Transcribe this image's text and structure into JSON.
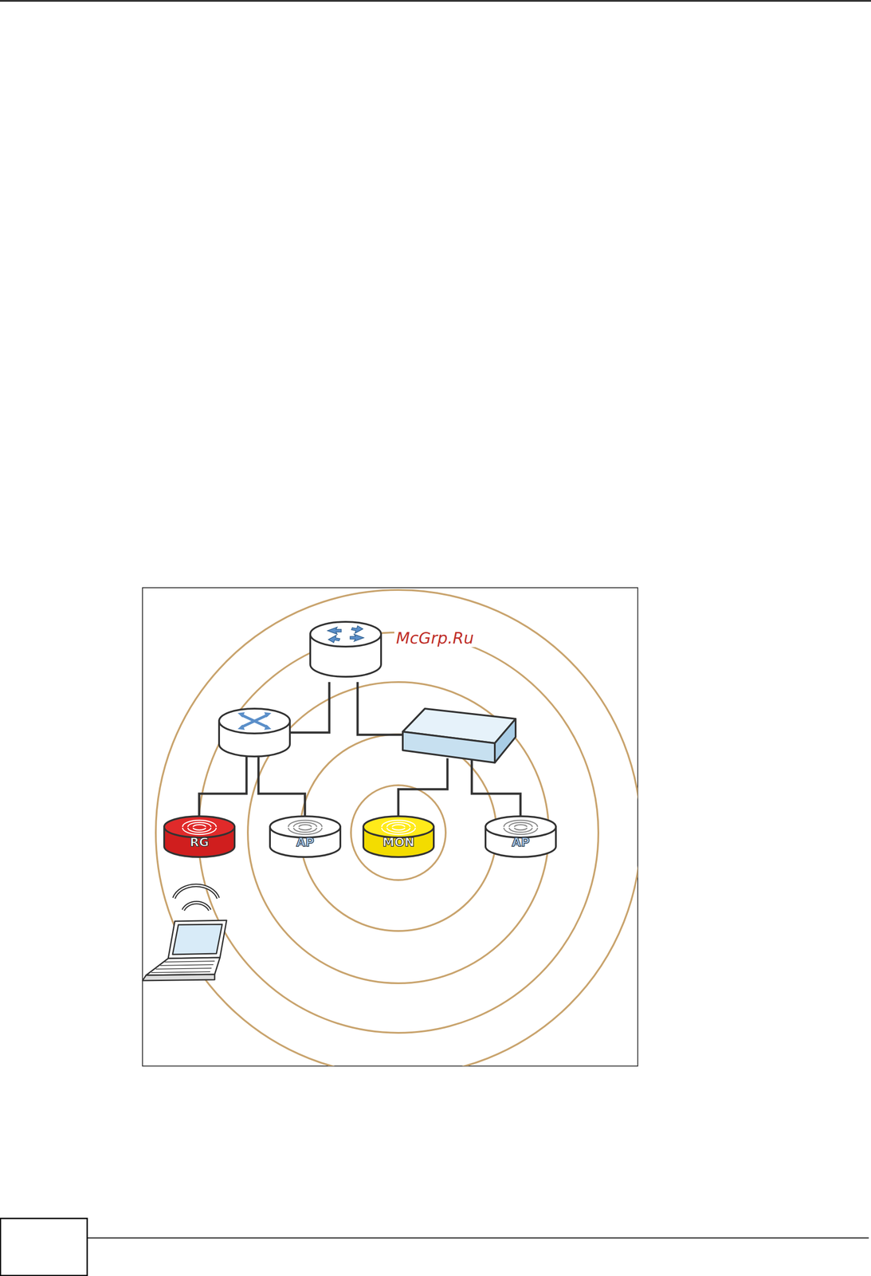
{
  "diagram": {
    "nodes": [
      {
        "text": [
          "RG"
        ]
      },
      {
        "text": [
          "AP"
        ]
      },
      {
        "text": [
          "MON"
        ]
      },
      {
        "text": [
          "AP"
        ]
      }
    ],
    "labels": [
      "McGrp.Ru"
    ]
  }
}
